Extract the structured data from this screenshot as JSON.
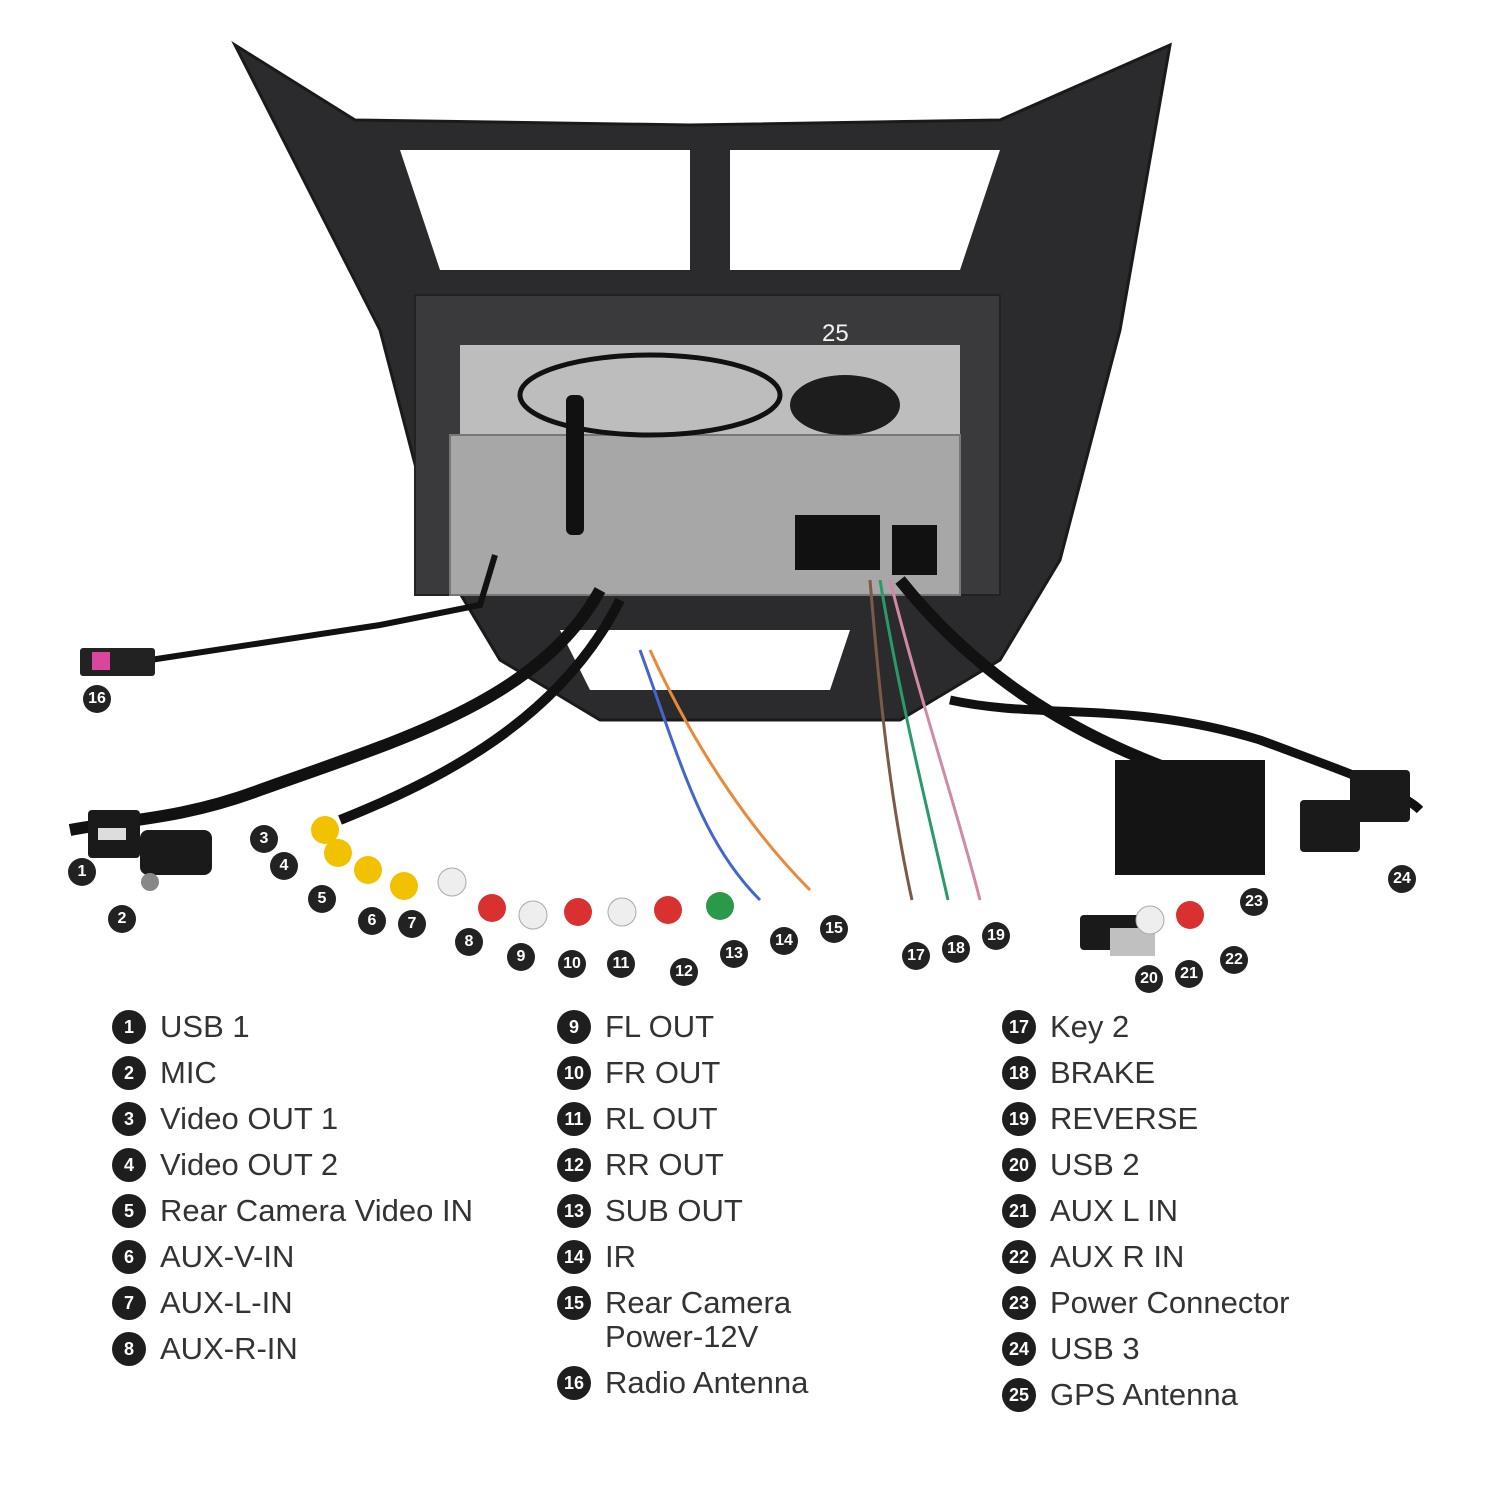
{
  "gps_label": "25",
  "callouts": [
    "1",
    "2",
    "3",
    "4",
    "5",
    "6",
    "7",
    "8",
    "9",
    "10",
    "11",
    "12",
    "13",
    "14",
    "15",
    "16",
    "17",
    "18",
    "19",
    "20",
    "21",
    "22",
    "23",
    "24"
  ],
  "legend": [
    [
      {
        "num": "1",
        "label": "USB 1"
      },
      {
        "num": "2",
        "label": "MIC"
      },
      {
        "num": "3",
        "label": "Video OUT 1"
      },
      {
        "num": "4",
        "label": "Video OUT 2"
      },
      {
        "num": "5",
        "label": "Rear Camera Video IN"
      },
      {
        "num": "6",
        "label": "AUX-V-IN"
      },
      {
        "num": "7",
        "label": "AUX-L-IN"
      },
      {
        "num": "8",
        "label": "AUX-R-IN"
      }
    ],
    [
      {
        "num": "9",
        "label": "FL OUT"
      },
      {
        "num": "10",
        "label": "FR OUT"
      },
      {
        "num": "11",
        "label": "RL OUT"
      },
      {
        "num": "12",
        "label": "RR OUT"
      },
      {
        "num": "13",
        "label": "SUB OUT"
      },
      {
        "num": "14",
        "label": "IR"
      },
      {
        "num": "15",
        "label": "Rear Camera\nPower-12V"
      },
      {
        "num": "16",
        "label": "Radio Antenna"
      }
    ],
    [
      {
        "num": "17",
        "label": "Key 2"
      },
      {
        "num": "18",
        "label": "BRAKE"
      },
      {
        "num": "19",
        "label": "REVERSE"
      },
      {
        "num": "20",
        "label": "USB 2"
      },
      {
        "num": "21",
        "label": "AUX L IN"
      },
      {
        "num": "22",
        "label": "AUX R IN"
      },
      {
        "num": "23",
        "label": "Power Connector"
      },
      {
        "num": "24",
        "label": "USB 3"
      },
      {
        "num": "25",
        "label": "GPS Antenna"
      }
    ]
  ]
}
